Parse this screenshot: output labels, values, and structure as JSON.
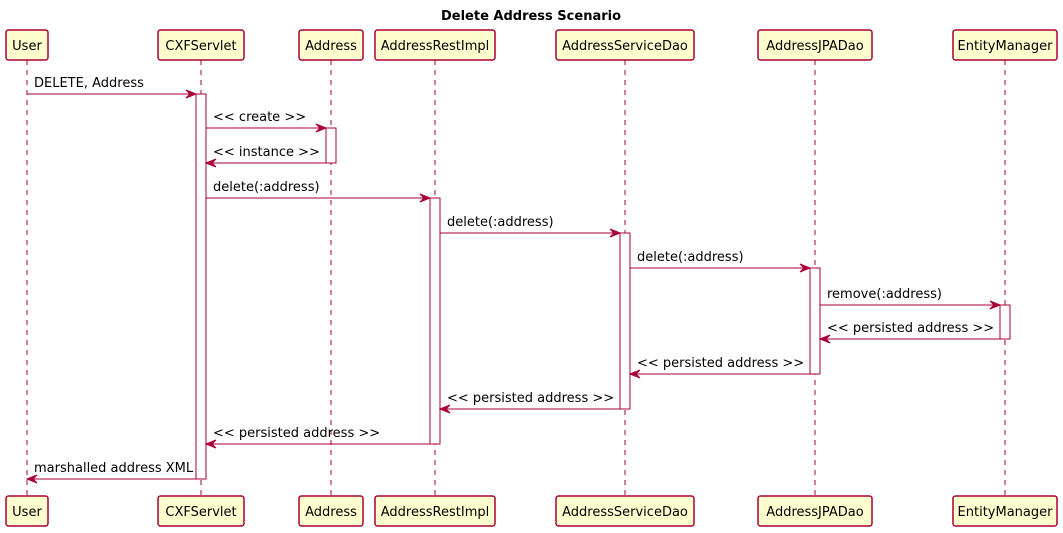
{
  "title": "Delete Address Scenario",
  "colors": {
    "box_fill": "#FEFECE",
    "border": "#A80036",
    "text": "#000000"
  },
  "participants": [
    {
      "id": "user",
      "label": "User"
    },
    {
      "id": "cxf",
      "label": "CXFServlet"
    },
    {
      "id": "addr",
      "label": "Address"
    },
    {
      "id": "rest",
      "label": "AddressRestImpl"
    },
    {
      "id": "svc",
      "label": "AddressServiceDao"
    },
    {
      "id": "jpa",
      "label": "AddressJPADao"
    },
    {
      "id": "em",
      "label": "EntityManager"
    }
  ],
  "messages": [
    {
      "from": "user",
      "to": "cxf",
      "label": "DELETE, Address"
    },
    {
      "from": "cxf",
      "to": "addr",
      "label": "<< create >>"
    },
    {
      "from": "addr",
      "to": "cxf",
      "label": "<< instance >>"
    },
    {
      "from": "cxf",
      "to": "rest",
      "label": "delete(:address)"
    },
    {
      "from": "rest",
      "to": "svc",
      "label": "delete(:address)"
    },
    {
      "from": "svc",
      "to": "jpa",
      "label": "delete(:address)"
    },
    {
      "from": "jpa",
      "to": "em",
      "label": "remove(:address)"
    },
    {
      "from": "em",
      "to": "jpa",
      "label": "<< persisted address >>"
    },
    {
      "from": "jpa",
      "to": "svc",
      "label": "<< persisted address >>"
    },
    {
      "from": "svc",
      "to": "rest",
      "label": "<< persisted address >>"
    },
    {
      "from": "rest",
      "to": "cxf",
      "label": "<< persisted address >>"
    },
    {
      "from": "cxf",
      "to": "user",
      "label": "marshalled address XML"
    }
  ]
}
